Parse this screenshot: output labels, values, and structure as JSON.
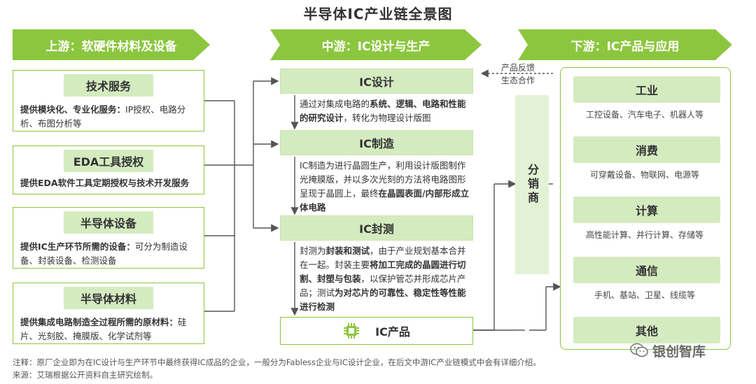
{
  "title": "半导体IC产业链全景图",
  "colors": {
    "banner": "#8cc63f",
    "chip": "#d4ebc0",
    "border": "#8cc63f",
    "distributor": "#e3f1d5"
  },
  "upstream": {
    "banner": "上游：软硬件材料及设备",
    "items": [
      {
        "name": "技术服务",
        "desc_bold": "提供模块化、专业化服务：",
        "desc": "IP授权、电路分析、布图分析等"
      },
      {
        "name": "EDA工具授权",
        "desc_bold": "提供EDA软件工具定期授权与技术开发服务",
        "desc": ""
      },
      {
        "name": "半导体设备",
        "desc_bold": "提供IC生产环节所需的设备：",
        "desc": "可分为制造设备、封装设备、检测设备"
      },
      {
        "name": "半导体材料",
        "desc_bold": "提供集成电路制造全过程所需的原材料：",
        "desc": "硅片、光刻胶、掩膜版、化学试剂等"
      }
    ]
  },
  "midstream": {
    "banner": "中游：IC设计与生产",
    "design": {
      "name": "IC设计",
      "p1": "通过对集成电路的",
      "b1": "系统、逻辑、电路和性能的研究设计",
      "p2": "，转化为物理设计版图"
    },
    "manufacture": {
      "name": "IC制造",
      "p1": "IC制造为进行晶圆生产，利用设计版图制作光掩膜版，并以多次光刻的方法将电路图形呈现于晶圆上，最终",
      "b1": "在晶圆表面/内部形成立体电路",
      "p2": ""
    },
    "test": {
      "name": "IC封测",
      "p1": "封测为",
      "b1": "封装和测试",
      "p2": "，由于产业规划基本合并在一起。封装主要",
      "b2": "将加工完成的晶圆进行切割、封塑与包装",
      "p3": "，以保护管芯并形成芯片产品；测试",
      "b3": "为对芯片的可靠性、稳定性等性能进行检测"
    },
    "product": {
      "name": "IC产品",
      "icon": "chip-icon"
    }
  },
  "feedback": {
    "line1": "产品反馈",
    "line2": "生态合作"
  },
  "distributor": {
    "label": "分销商"
  },
  "downstream": {
    "banner": "下游：IC产品与应用",
    "items": [
      {
        "name": "工业",
        "desc": "工控设备、汽车电子、机器人等"
      },
      {
        "name": "消费",
        "desc": "可穿戴设备、物联网、电源等"
      },
      {
        "name": "计算",
        "desc": "高性能计算、并行计算、存储等"
      },
      {
        "name": "通信",
        "desc": "手机、基站、卫星、线缆等"
      },
      {
        "name": "其他",
        "desc": ""
      }
    ]
  },
  "footnote": "注释：原厂企业即为在IC设计与生产环节中最终获得IC成品的企业，一般分为Fabless企业与IC设计企业，在后文中游IC产业链模式中会有详细介绍。",
  "source": "来源：艾瑞根据公开资料自主研究绘制。",
  "watermark": "银创智库"
}
